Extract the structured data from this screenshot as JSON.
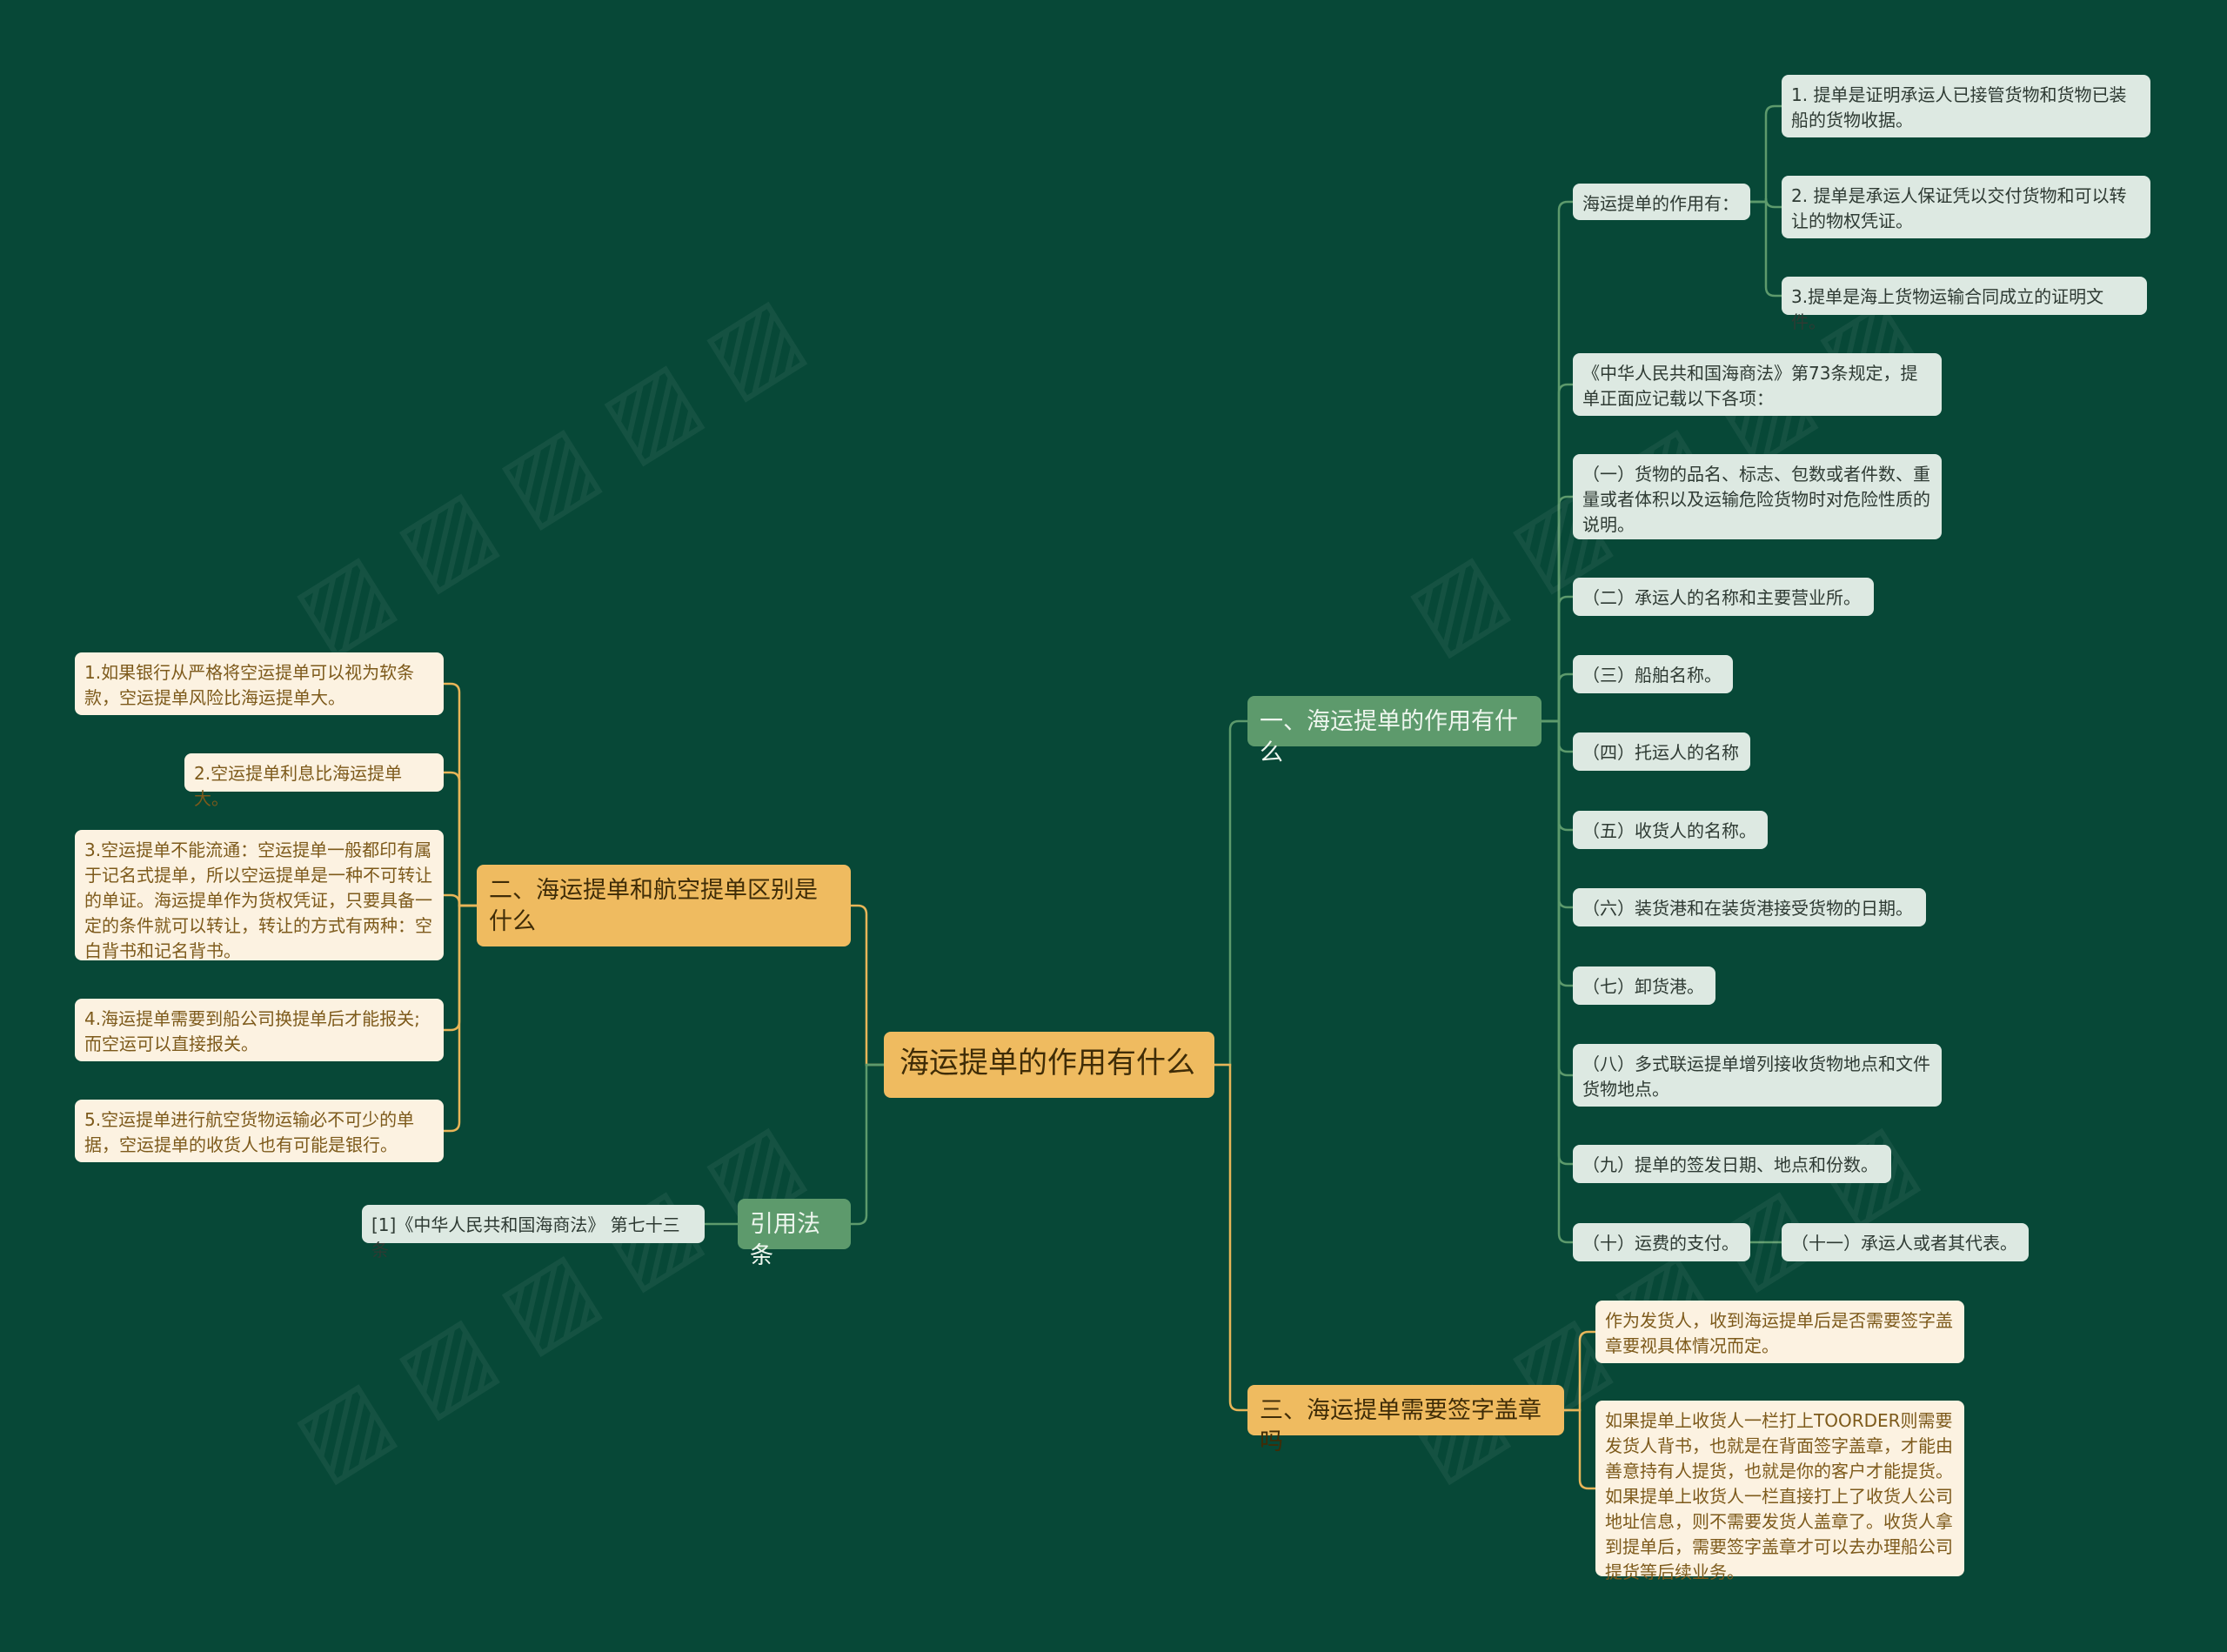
{
  "colors": {
    "background": "#074837",
    "central_fill": "#efbb60",
    "green_branch_fill": "#5d9a6c",
    "orange_branch_fill": "#efbb60",
    "grey_leaf_fill": "#dde9e2",
    "cream_leaf_fill": "#fcf2e1",
    "green_line": "#5d9a6c",
    "orange_line": "#e8b558"
  },
  "mindmap": {
    "central": "海运提单的作用有什么",
    "branches": {
      "b1": "一、海运提单的作用有什么",
      "b2": "二、海运提单和航空提单区别是什么",
      "b3": "三、海运提单需要签字盖章吗",
      "b4": "引用法条"
    },
    "b1": {
      "role_title": "海运提单的作用有：",
      "roles": [
        "1. 提单是证明承运人已接管货物和货物已装船的货物收据。",
        "2. 提单是承运人保证凭以交付货物和可以转让的物权凭证。",
        "3.提单是海上货物运输合同成立的证明文件。"
      ],
      "law_intro": "《中华人民共和国海商法》第73条规定，提单正面应记载以下各项：",
      "items": [
        "（一）货物的品名、标志、包数或者件数、重量或者体积以及运输危险货物时对危险性质的说明。",
        "（二）承运人的名称和主要营业所。",
        "（三）船舶名称。",
        "（四）托运人的名称",
        "（五）收货人的名称。",
        "（六）装货港和在装货港接受货物的日期。",
        "（七）卸货港。",
        "（八）多式联运提单增列接收货物地点和文件货物地点。",
        "（九）提单的签发日期、地点和份数。",
        "（十）运费的支付。"
      ],
      "item_extra": "（十一）承运人或者其代表。"
    },
    "b2": {
      "items": [
        "1.如果银行从严格将空运提单可以视为软条款，空运提单风险比海运提单大。",
        "2.空运提单利息比海运提单大。",
        "3.空运提单不能流通：空运提单一般都印有属于记名式提单，所以空运提单是一种不可转让的单证。海运提单作为货权凭证，只要具备一定的条件就可以转让，转让的方式有两种：空白背书和记名背书。",
        "4.海运提单需要到船公司换提单后才能报关;而空运可以直接报关。",
        "5.空运提单进行航空货物运输必不可少的单据，空运提单的收货人也有可能是银行。"
      ]
    },
    "b3": {
      "items": [
        "作为发货人，收到海运提单后是否需要签字盖章要视具体情况而定。",
        "如果提单上收货人一栏打上TOORDER则需要发货人背书，也就是在背面签字盖章，才能由善意持有人提货，也就是你的客户才能提货。如果提单上收货人一栏直接打上了收货人公司地址信息，则不需要发货人盖章了。收货人拿到提单后，需要签字盖章才可以去办理船公司提货等后续业务。"
      ]
    },
    "b4": {
      "ref": "[1]《中华人民共和国海商法》 第七十三条"
    }
  }
}
